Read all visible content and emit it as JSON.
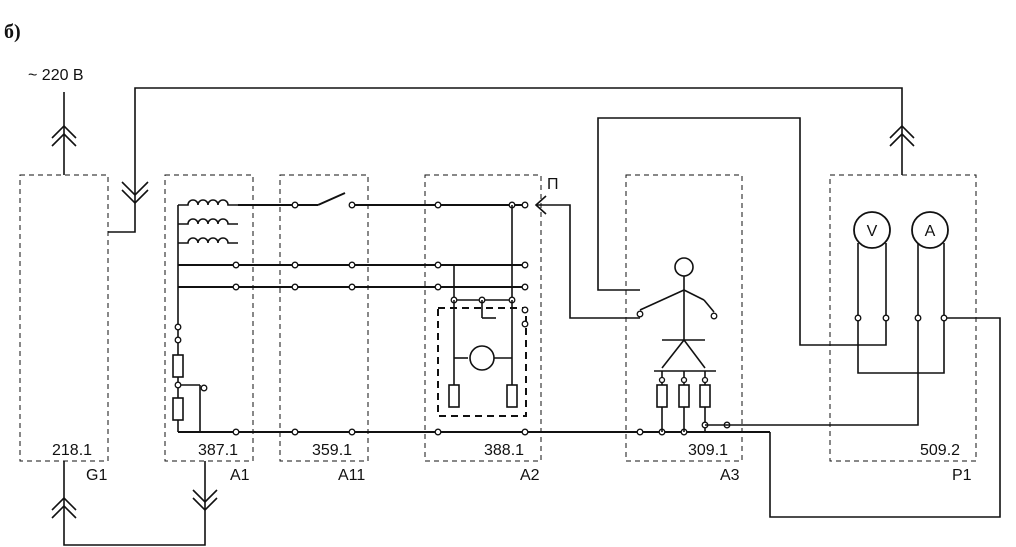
{
  "figure_label": "б)",
  "supply_label": "~ 220 В",
  "plug_label": "П",
  "meters": {
    "voltmeter": "V",
    "ammeter": "A"
  },
  "blocks": [
    {
      "id": "G1",
      "code": "218.1"
    },
    {
      "id": "A1",
      "code": "387.1"
    },
    {
      "id": "A11",
      "code": "359.1"
    },
    {
      "id": "A2",
      "code": "388.1"
    },
    {
      "id": "A3",
      "code": "309.1"
    },
    {
      "id": "P1",
      "code": "509.2"
    }
  ]
}
